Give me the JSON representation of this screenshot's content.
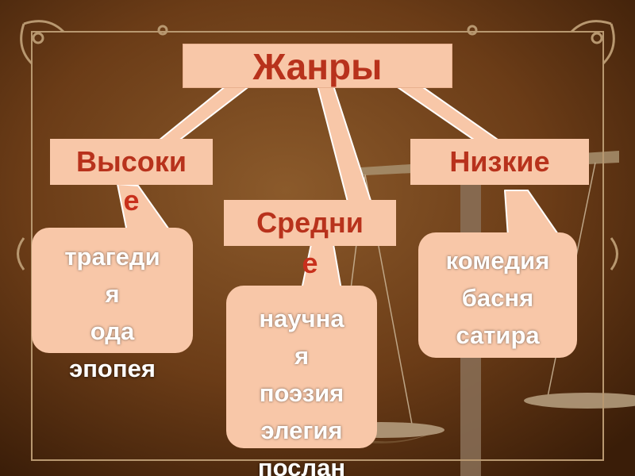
{
  "colors": {
    "background": "#6b3c17",
    "box_fill": "#f8c7a8",
    "heading_text": "#b8321c",
    "list_text": "#ffffff"
  },
  "root": {
    "label": "Жанры"
  },
  "categories": [
    {
      "label": "Высоки",
      "overflow": "е",
      "items": [
        "трагеди",
        "я",
        "ода",
        "эпопея"
      ]
    },
    {
      "label": "Средни",
      "overflow": "е",
      "items": [
        "научна",
        "я",
        "поэзия",
        "элегия",
        "послан"
      ]
    },
    {
      "label": "Низкие",
      "items": [
        "комедия",
        "басня",
        "сатира"
      ]
    }
  ]
}
